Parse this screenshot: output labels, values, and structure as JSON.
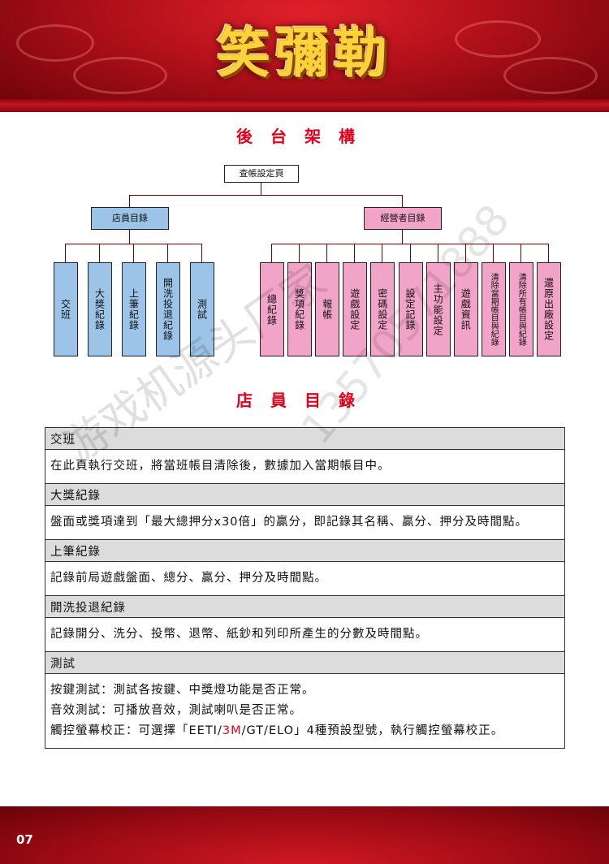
{
  "header": {
    "logo_text": "笑彌勒"
  },
  "titles": {
    "backend": "後台架構",
    "staff": "店員目錄"
  },
  "org": {
    "root": "查帳設定頁",
    "staff_menu": "店員目錄",
    "manager_menu": "經營者目錄",
    "staff_items": [
      "交班",
      "大獎紀錄",
      "上筆紀錄",
      "開洗投退紀錄",
      "測試"
    ],
    "manager_items": [
      "總紀錄",
      "獎項紀錄",
      "報帳",
      "遊戲設定",
      "密碼設定",
      "設定記錄",
      "主功能設定",
      "遊戲資訊",
      "清除當期帳目與紀錄",
      "清除所有帳目與紀錄",
      "還原出廠設定"
    ]
  },
  "sections": [
    {
      "title": "交班",
      "lines": [
        "在此頁執行交班，將當班帳目清除後，數據加入當期帳目中。"
      ]
    },
    {
      "title": "大獎紀錄",
      "lines": [
        "盤面或獎項達到「最大總押分x30倍」的贏分，即記錄其名稱、贏分、押分及時間點。"
      ]
    },
    {
      "title": "上筆紀錄",
      "lines": [
        "記錄前局遊戲盤面、總分、贏分、押分及時間點。"
      ]
    },
    {
      "title": "開洗投退紀錄",
      "lines": [
        "記錄開分、洗分、投幣、退幣、紙鈔和列印所產生的分數及時間點。"
      ]
    },
    {
      "title": "測試",
      "lines": [
        "按鍵測試：測試各按鍵、中獎燈功能是否正常。",
        "音效測試：可播放音效，測試喇叭是否正常。"
      ],
      "touch": {
        "before": "觸控螢幕校正：可選擇「EETI/",
        "highlight": "3M",
        "after": "/GT/ELO」4種預設型號，執行觸控螢幕校正。"
      }
    }
  ],
  "watermark": {
    "text1": "游戏机源头厂家",
    "text2": "13570571888"
  },
  "footer": {
    "page_number": "07"
  }
}
